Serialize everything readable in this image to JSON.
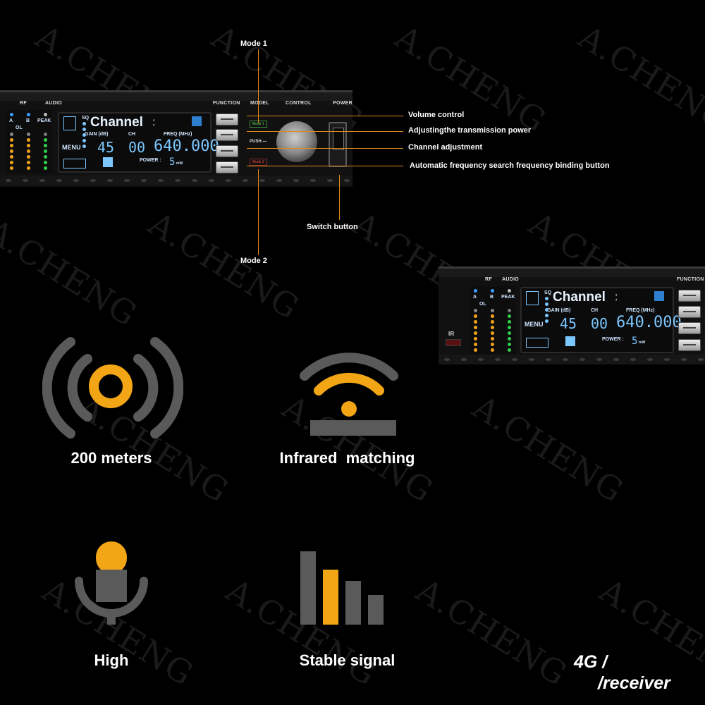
{
  "device_large": {
    "headers": {
      "rf": "RF",
      "audio": "AUDIO",
      "function": "FUNCTION",
      "model": "MODEL",
      "control": "CONTROL",
      "power": "POWER"
    },
    "meter_labels": {
      "a": "A",
      "b": "B",
      "ol": "OL",
      "peak": "PEAK"
    },
    "display": {
      "sq": "SQ",
      "channel": "Channel",
      "gain_label": "GAIN (dB)",
      "ch_label": "CH",
      "freq_label": "FREQ (MHz)",
      "menu": "MENU",
      "gain": "45",
      "ch": "00",
      "freq": "640.000",
      "power_label": "POWER :",
      "power_value": "5",
      "power_unit": "mW"
    },
    "mode1_chip": "Mode 1",
    "mode2_chip": "Mode 2",
    "push": "PUSH —"
  },
  "device_small": {
    "headers": {
      "rf": "RF",
      "audio": "AUDIO",
      "function": "FUNCTION"
    },
    "ir": "IR",
    "meter_labels": {
      "a": "A",
      "b": "B",
      "ol": "OL",
      "peak": "PEAK"
    },
    "display": {
      "sq": "SQ",
      "channel": "Channel",
      "gain_label": "GAIN (dB)",
      "ch_label": "CH",
      "freq_label": "FREQ (MHz)",
      "menu": "MENU",
      "gain": "45",
      "ch": "00",
      "freq": "640.000",
      "power_label": "POWER :",
      "power_value": "5",
      "power_unit": "mW"
    }
  },
  "callouts": {
    "mode1": "Mode 1",
    "mode2": "Mode 2",
    "volume": "Volume control",
    "tx_power": "Adjustingthe transmission power",
    "channel_adj": "Channel adjustment",
    "auto_search": "Automatic frequency search frequency binding button",
    "switch": "Switch button"
  },
  "features": {
    "range": "200 meters",
    "infrared": "Infrared  matching",
    "high": "High",
    "stable": "Stable signal"
  },
  "badge": {
    "line1": "4G /",
    "line2": "/receiver"
  },
  "watermark": "A.CHENG",
  "colors": {
    "accent": "#f2a515",
    "icon_gray": "#5a5a5a",
    "lcd": "#7cc7ff",
    "callout_line": "#e08a1a"
  }
}
